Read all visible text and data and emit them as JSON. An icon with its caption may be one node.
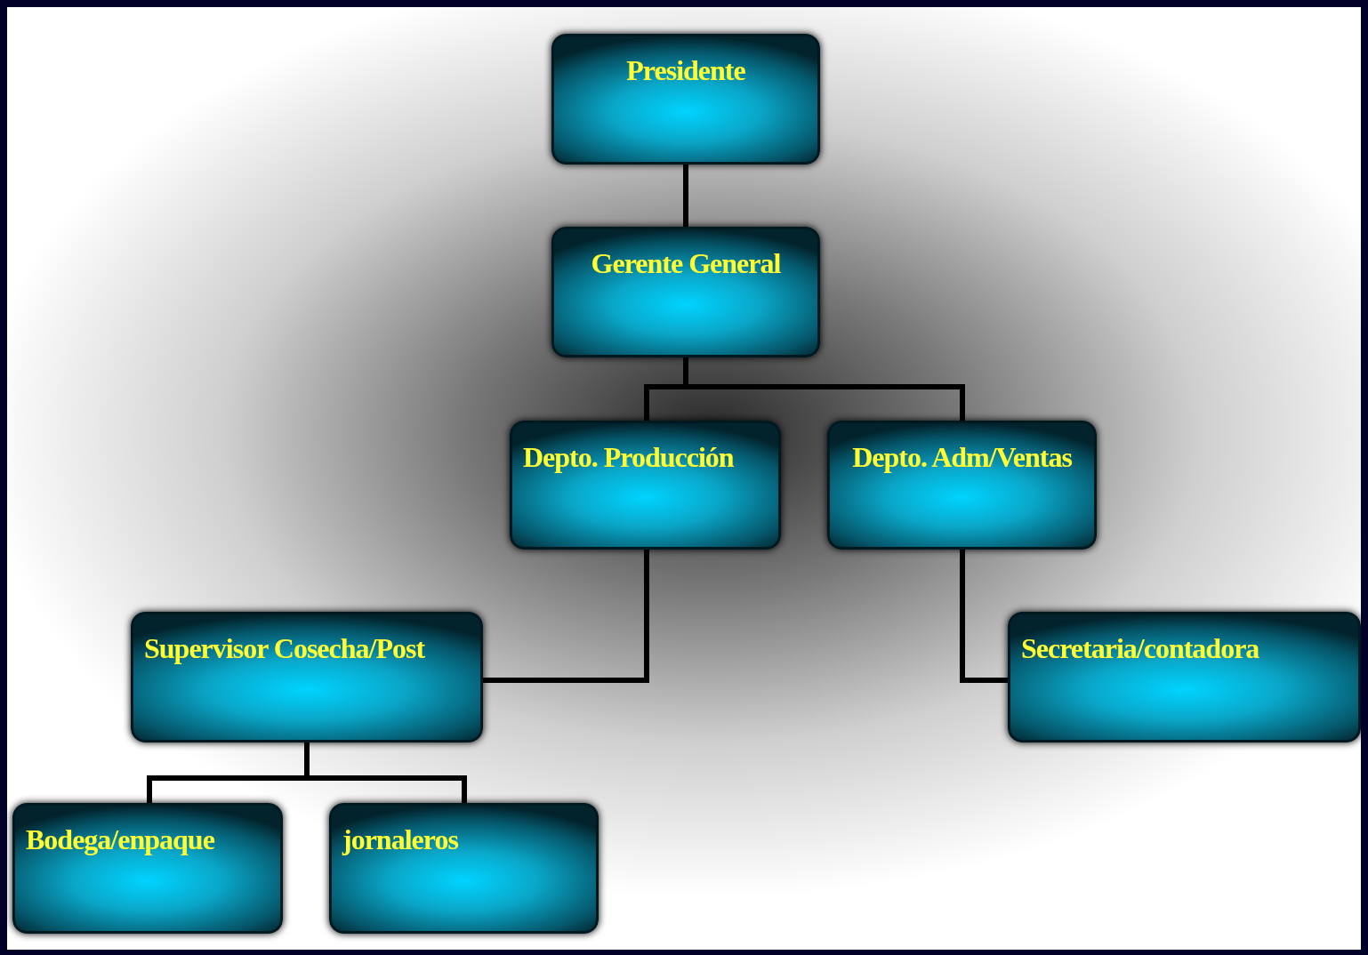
{
  "diagram": {
    "nodes": [
      {
        "text": [
          "Presidente"
        ]
      },
      {
        "text": [
          "Gerente General"
        ]
      },
      {
        "text": [
          "Depto. Producción"
        ]
      },
      {
        "text": [
          "Depto. Adm/Ventas"
        ]
      },
      {
        "text": [
          "Supervisor Cosecha/Post"
        ]
      },
      {
        "text": [
          "Secretaria/contadora"
        ]
      },
      {
        "text": [
          "Bodega/enpaque"
        ]
      },
      {
        "text": [
          "jornaleros"
        ]
      }
    ],
    "edges": [
      {
        "from": 0,
        "to": 1,
        "arrow": "none"
      },
      {
        "from": 1,
        "to": 2,
        "arrow": "none"
      },
      {
        "from": 1,
        "to": 3,
        "arrow": "none"
      },
      {
        "from": 2,
        "to": 4,
        "arrow": "none"
      },
      {
        "from": 3,
        "to": 5,
        "arrow": "none"
      },
      {
        "from": 4,
        "to": 6,
        "arrow": "none"
      },
      {
        "from": 4,
        "to": 7,
        "arrow": "none"
      }
    ]
  }
}
